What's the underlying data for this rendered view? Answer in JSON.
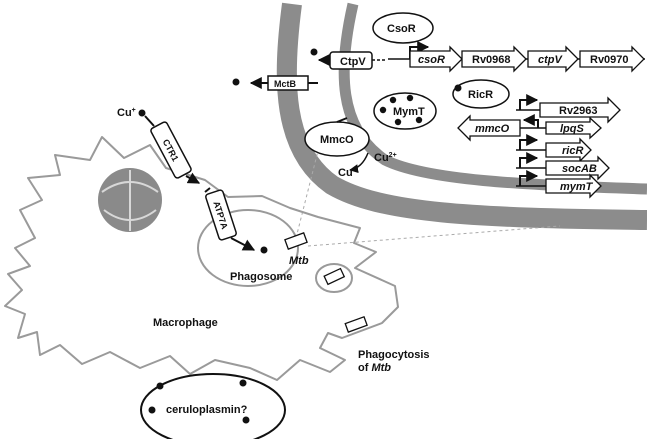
{
  "labels": {
    "cu_plus_cell": "Cu",
    "cu_plus_cell_charge": "+",
    "ctr1": "CTR1",
    "atp7a": "ATP7A",
    "phagosome": "Phagosome",
    "mtb_italic": "Mtb",
    "macrophage": "Macrophage",
    "phagocytosis_line1": "Phagocytosis",
    "phagocytosis_of": "of ",
    "phagocytosis_mtb": "Mtb",
    "ceruloplasmin": "ceruloplasmin?",
    "csor_protein": "CsoR",
    "ctpv_protein": "CtpV",
    "mctb": "MctB",
    "ricr_protein": "RicR",
    "mymt_protein": "MymT",
    "mmco_protein": "MmcO",
    "cu2_label": "Cu",
    "cu2_charge": "2+",
    "cu1_label": "Cu",
    "cu1_charge": "+"
  },
  "operon_genes": [
    "csoR",
    "Rv0968",
    "ctpV",
    "Rv0970"
  ],
  "ricr_genes": [
    "Rv2963",
    "mmcO",
    "lpqS",
    "ricR",
    "socAB",
    "mymT"
  ],
  "colors": {
    "membrane": "#8c8c8c",
    "outline": "#9a9a9a",
    "nucleus": "#8a8a8a",
    "ink": "#111111"
  }
}
